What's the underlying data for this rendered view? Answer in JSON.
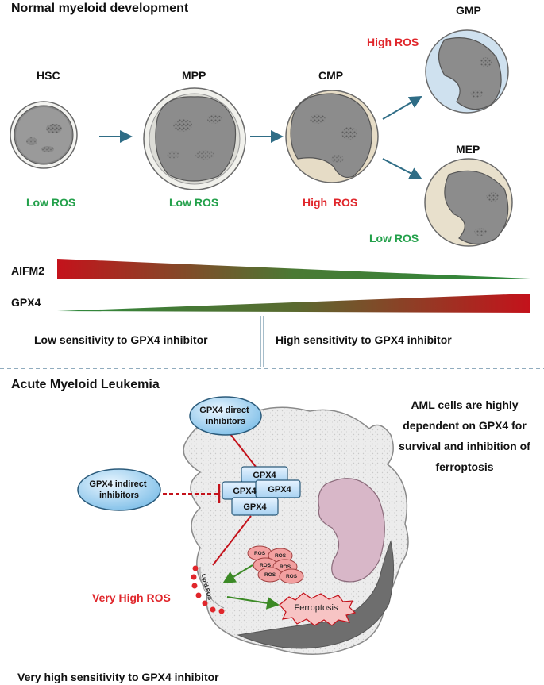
{
  "top_title": "Normal myeloid development",
  "cells": {
    "hsc": {
      "name": "HSC",
      "ros": "Low ROS"
    },
    "mpp": {
      "name": "MPP",
      "ros": "Low ROS"
    },
    "cmp": {
      "name": "CMP",
      "ros": "High  ROS"
    },
    "gmp": {
      "name": "GMP",
      "ros": "High ROS"
    },
    "mep": {
      "name": "MEP",
      "ros": "Low ROS"
    }
  },
  "gradients": {
    "aifm2": "AIFM2",
    "gpx4": "GPX4",
    "low_sensitivity": "Low sensitivity to GPX4 inhibitor",
    "high_sensitivity": "High sensitivity to GPX4 inhibitor"
  },
  "aml": {
    "title": "Acute Myeloid Leukemia",
    "description_lines": [
      "AML cells are highly",
      "dependent on GPX4 for",
      "survival and inhibition of",
      "ferroptosis"
    ],
    "direct_inhibitors": [
      "GPX4 direct",
      "inhibitors"
    ],
    "indirect_inhibitors": [
      "GPX4 indirect",
      "inhibitors"
    ],
    "gpx4_boxes": [
      "GPX4",
      "GPX4",
      "GPX4",
      "GPX4"
    ],
    "ros_bubbles": [
      "ROS",
      "ROS",
      "ROS",
      "ROS",
      "ROS",
      "ROS"
    ],
    "lipid_ros": "Lipid ROS",
    "ferroptosis": "Ferroptosis",
    "very_high_ros": "Very High ROS",
    "bottom_caption": "Very high sensitivity to GPX4 inhibitor"
  },
  "colors": {
    "green": "#22a04a",
    "red": "#e0262b",
    "arrow_blue": "#2f6d86",
    "gradient_red": "#c4121b",
    "gradient_green": "#2c8a3c"
  }
}
